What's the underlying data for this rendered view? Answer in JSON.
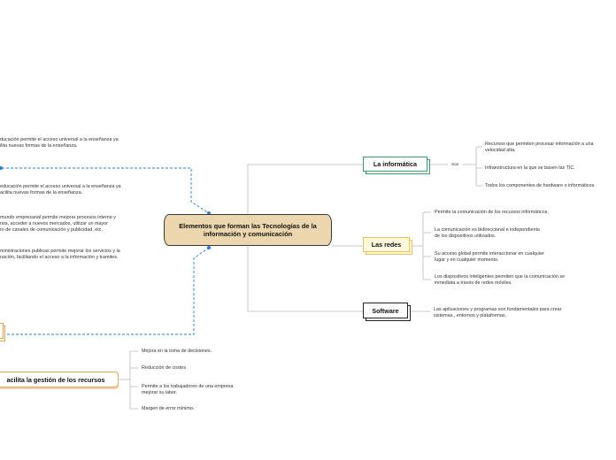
{
  "root": {
    "title": "Elementos que forman las Tecnologías de la información y comunicación"
  },
  "informatica": {
    "label": "La informática",
    "connector": "Son",
    "items": [
      "Recursos que permiten procesar información a una\nvelocidad alta.",
      "Infraestructura en la que se basen las TIC.",
      "Todos los componentes de hardware o informáticos."
    ]
  },
  "redes": {
    "label": "Las redes",
    "items": [
      "Permite la comunicación de los recursos informáticos.",
      "La comunicación es bidireccional e independiente\nde los dispositivos utilizados.",
      "Su acceso global permite interaccionar en cualquier\nlugar y en cualquier momento.",
      "Los dispositivos inteligentes permiten que la comunicación se\ninmediata a través de redes móviles."
    ]
  },
  "software": {
    "label": "Software",
    "items": [
      "Las aplicaciones y programas son fundamentales para crear\nsistemas., entornos y plataformas."
    ]
  },
  "left_texts": [
    "ducación permite el acceso universal a la enseñanza ya\nilita nuevas formas de la enseñanza.",
    "educación permite el acceso universal a la enseñanza ya\nacilita nuevas formas de la enseñanza.",
    "mundo empresarial permite mejorar procesos interno y\nnos, acceder a nuevos mercados, utilizar un mayor\nro de canales de comunicación y publicidad, etc.",
    "ministraciones publicas permite mejorar los servicios y la\nnación, facilitando el acceso a la información y tramites."
  ],
  "gestion": {
    "label": "acilita la gestión de los recursos",
    "items": [
      "Mejora en la toma de decisiones.",
      "Reducción de costes",
      "Permite a los trabajadores de una empresa\nmejorar su labor.",
      "Margen de error mínimo."
    ]
  },
  "colors": {
    "informatica_border": "#2fa66a",
    "redes_border": "#e9c45a",
    "redes_fill": "#fff8dc",
    "software_border": "#222222",
    "gestion_border": "#e8a55b",
    "orange_stub_border": "#f0a24a",
    "relation_line": "#2a7fd4",
    "branch_line": "#c8c8c8"
  }
}
